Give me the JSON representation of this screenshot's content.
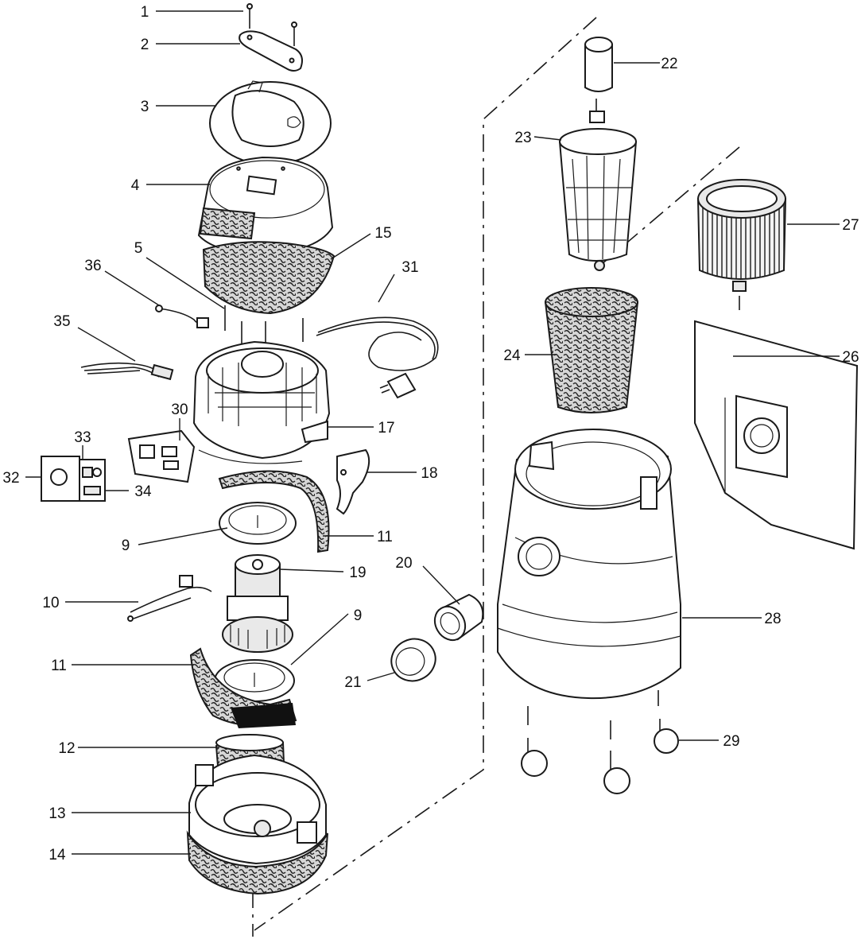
{
  "diagram": {
    "callouts": [
      {
        "id": "c1",
        "text": "1"
      },
      {
        "id": "c2",
        "text": "2"
      },
      {
        "id": "c3",
        "text": "3"
      },
      {
        "id": "c4",
        "text": "4"
      },
      {
        "id": "c5",
        "text": "5"
      },
      {
        "id": "c36",
        "text": "36"
      },
      {
        "id": "c35",
        "text": "35"
      },
      {
        "id": "c15",
        "text": "15"
      },
      {
        "id": "c31",
        "text": "31"
      },
      {
        "id": "c30",
        "text": "30"
      },
      {
        "id": "c17",
        "text": "17"
      },
      {
        "id": "c33",
        "text": "33"
      },
      {
        "id": "c32",
        "text": "32"
      },
      {
        "id": "c34",
        "text": "34"
      },
      {
        "id": "c18",
        "text": "18"
      },
      {
        "id": "c9a",
        "text": "9"
      },
      {
        "id": "c11a",
        "text": "11"
      },
      {
        "id": "c19",
        "text": "19"
      },
      {
        "id": "c10",
        "text": "10"
      },
      {
        "id": "c9b",
        "text": "9"
      },
      {
        "id": "c11b",
        "text": "11"
      },
      {
        "id": "c20",
        "text": "20"
      },
      {
        "id": "c21",
        "text": "21"
      },
      {
        "id": "c12",
        "text": "12"
      },
      {
        "id": "c13",
        "text": "13"
      },
      {
        "id": "c14",
        "text": "14"
      },
      {
        "id": "c22",
        "text": "22"
      },
      {
        "id": "c23",
        "text": "23"
      },
      {
        "id": "c27",
        "text": "27"
      },
      {
        "id": "c24",
        "text": "24"
      },
      {
        "id": "c26",
        "text": "26"
      },
      {
        "id": "c28",
        "text": "28"
      },
      {
        "id": "c29",
        "text": "29"
      }
    ]
  }
}
